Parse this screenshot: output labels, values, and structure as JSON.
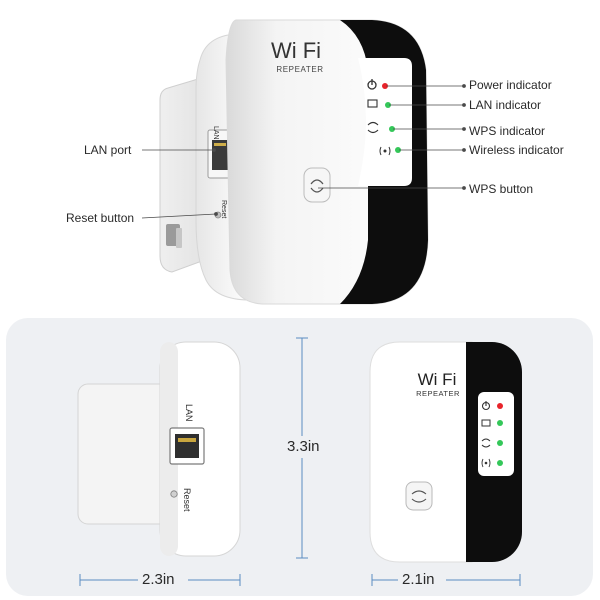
{
  "device": {
    "brand_main": "Wi Fi",
    "brand_sub": "REPEATER",
    "port_label": "LAN",
    "reset_label": "Reset",
    "button_label": "WPS"
  },
  "callouts": {
    "power_indicator": "Power indicator",
    "lan_indicator": "LAN indicator",
    "wps_indicator": "WPS indicator",
    "wireless_indicator": "Wireless indicator",
    "wps_button": "WPS button",
    "lan_port": "LAN port",
    "reset_button": "Reset button"
  },
  "dimensions": {
    "side_width": "2.3in",
    "height": "3.3in",
    "front_width": "2.1in"
  },
  "icons": [
    "power-icon",
    "lan-icon",
    "wps-icon",
    "wireless-icon"
  ],
  "colors": {
    "power_led": "#e8232a",
    "status_led": "#34c759",
    "body": "#ffffff",
    "front_band": "#0d0d0d",
    "dimension_line": "#5a8cc2",
    "panel": "#eef0f3"
  }
}
